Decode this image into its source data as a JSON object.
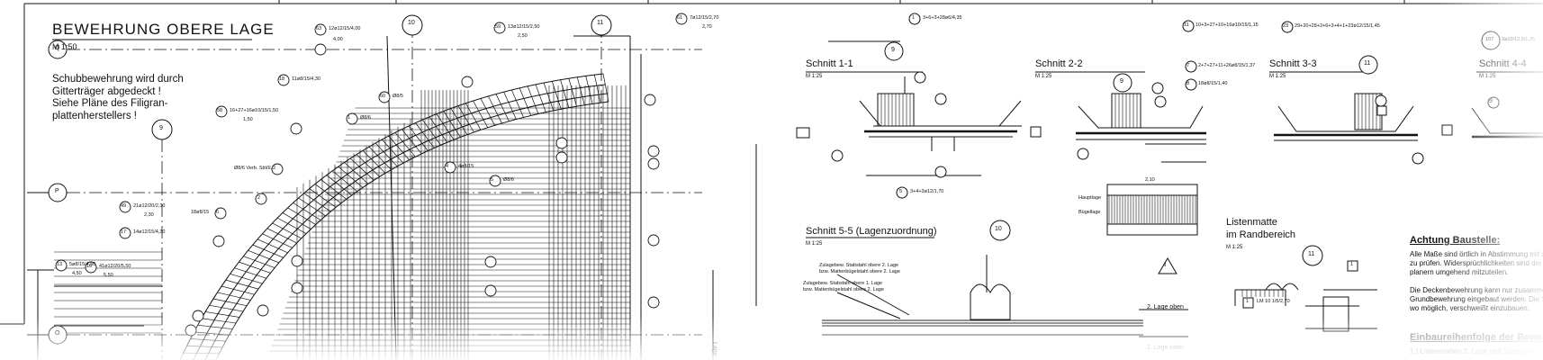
{
  "drawing": {
    "title": "BEWEHRUNG OBERE LAGE",
    "scale": "M 1:50",
    "note": "Schubbewehrung wird durch\nGitterträger abgedeckt !\nSiehe Pläne des Filigran-\nplattenherstellers !",
    "axis_labels": {
      "nine": "9",
      "ten": "10",
      "eleven": "11",
      "q": "Q",
      "p": "P",
      "o": "O"
    },
    "position_tags": [
      {
        "no": "63",
        "text": "12ø12/15/4,00"
      },
      {
        "no": "59",
        "text": "13ø12/15/2,50"
      },
      {
        "no": "61",
        "text": "7ø12/15/2,70"
      },
      {
        "no": "18",
        "text": "11ø8/15/4,30"
      },
      {
        "no": "58",
        "text": "16+27+16ø10/15/1,50"
      },
      {
        "no": "49",
        "text": "21ø12/20/2,30"
      },
      {
        "no": "17",
        "text": "14ø12/15/4,30"
      },
      {
        "no": "16",
        "text": "41ø12/20/5,50"
      },
      {
        "no": "13",
        "text": "5ø8/15/4,50"
      },
      {
        "no": "60",
        "text": "Ø8/5"
      },
      {
        "no": "2",
        "text": "Ø8/6 Verb. Stößl."
      },
      {
        "no": "4",
        "text": "4ø8/15"
      },
      {
        "no": "6",
        "text": "18ø8/15"
      },
      {
        "no": "5",
        "text": "Ø8/6"
      },
      {
        "no": "1",
        "text": "Ø8/6"
      }
    ],
    "misc_labels": [
      "2",
      "4,00",
      "2,50",
      "2,30",
      "1,50",
      "5,50",
      "4,50",
      "2,70",
      "Lage"
    ]
  },
  "sections": [
    {
      "title": "Schnitt 1-1",
      "scale": "M 1:25",
      "axis": "9",
      "tag": "1",
      "tag_text": "3+6+3+28ø6/4,35",
      "bottom_tag": "5",
      "bottom_text": "3+4+3ø12/1,70"
    },
    {
      "title": "Schnitt 2-2",
      "scale": "M 1:25",
      "axis": "9",
      "tag": "11",
      "tag_text": "10+3+27+10+16ø10/15/1,15",
      "bottom_tag": "8",
      "bottom_text": "18ø8/15/1,40"
    },
    {
      "title": "Schnitt 3-3",
      "scale": "M 1:25",
      "axis": "11",
      "tag": "23",
      "tag_text": "29+20+28+2+6+3+4+1+23ø12/15/1,45",
      "bottom_tag": "7",
      "bottom_text": "2+7+27+11+26ø8/15/1,37"
    },
    {
      "title": "Schnitt 4-4",
      "scale": "M 1:25",
      "axis": "9",
      "tag": "107",
      "tag_text": "2ø10/12,5/1,35",
      "bottom_tag": "",
      "bottom_text": ""
    }
  ],
  "section55": {
    "title": "Schnitt 5-5 (Lagenzuordnung)",
    "scale": "M 1:25",
    "axis": "10",
    "label1": "Zulagebew. Stabstahl obere 2. Lage",
    "label1b": "bzw. Mattenbügelstahl obere 2. Lage",
    "label2": "Zulagebew. Stabstahl obere 1. Lage",
    "label2b": "bzw. Mattenbügelstahl obere 2. Lage",
    "warn_label": "2. Lage oben",
    "lower": "1. Lage oben"
  },
  "listenmatte": {
    "title": "Listenmatte",
    "subtitle": "im Randbereich",
    "scale": "M 1:25",
    "axis": "11",
    "dim": "2,10",
    "tag1": "1",
    "tag1_text": "LM 10 1/5/2,70",
    "tag2": "1",
    "label_a": "Hauptlage",
    "label_b": "Bügellage"
  },
  "callout": {
    "heading": "Achtung Baustelle:",
    "body": "Alle Maße sind örtlich in Abstimmung mit d\nzu prüfen. Widersprüchlichkeiten sind der\nplanern umgehend mitzuteilen.\n\nDie Deckenbewehrung kann nur zusammen\nGrundbewehrung eingebaut werden. Die St\nwo möglich, verschweißt einzubauen.",
    "heading2": "Einbaureihenfolge der Bewehr",
    "body2": "1.) Listenmatten 2. Lage und Stabstahl"
  }
}
